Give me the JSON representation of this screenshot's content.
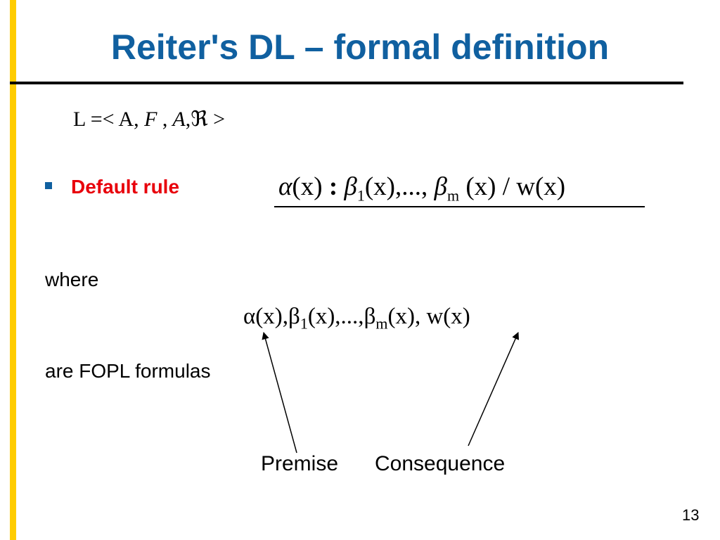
{
  "slide": {
    "title": "Reiter's DL – formal definition",
    "tuple": {
      "lhs": "L =<",
      "a": " A,",
      "f": " F",
      "sep1": " ,",
      "a_italic": " A",
      "sep2": ",",
      "r": "ℜ",
      "close": " >"
    },
    "bullet": "Default rule",
    "default_rule": {
      "alpha": "α",
      "alpha_arg": "(x)",
      "colon": " : ",
      "beta": "β",
      "sub1": "1",
      "mid": "(x),..., ",
      "beta_m": "β",
      "sub_m": "m",
      "tail": " (x) / w(x)"
    },
    "where": "where",
    "formula_list": {
      "alpha": "α",
      "part1": "(x),",
      "beta": "β",
      "sub1": "1",
      "part2": "(x),...,",
      "beta_m": "β",
      "sub_m": "m",
      "part3": "(x), w(x)"
    },
    "are_fopl": "are FOPL formulas",
    "premise_label": "Premise",
    "consequence_label": "Consequence",
    "page_number": "13"
  },
  "colors": {
    "title": "#1060a0",
    "accent_bar": "#ffcc00",
    "bullet_text": "#e8000b",
    "bullet_marker": "#1060a0"
  }
}
